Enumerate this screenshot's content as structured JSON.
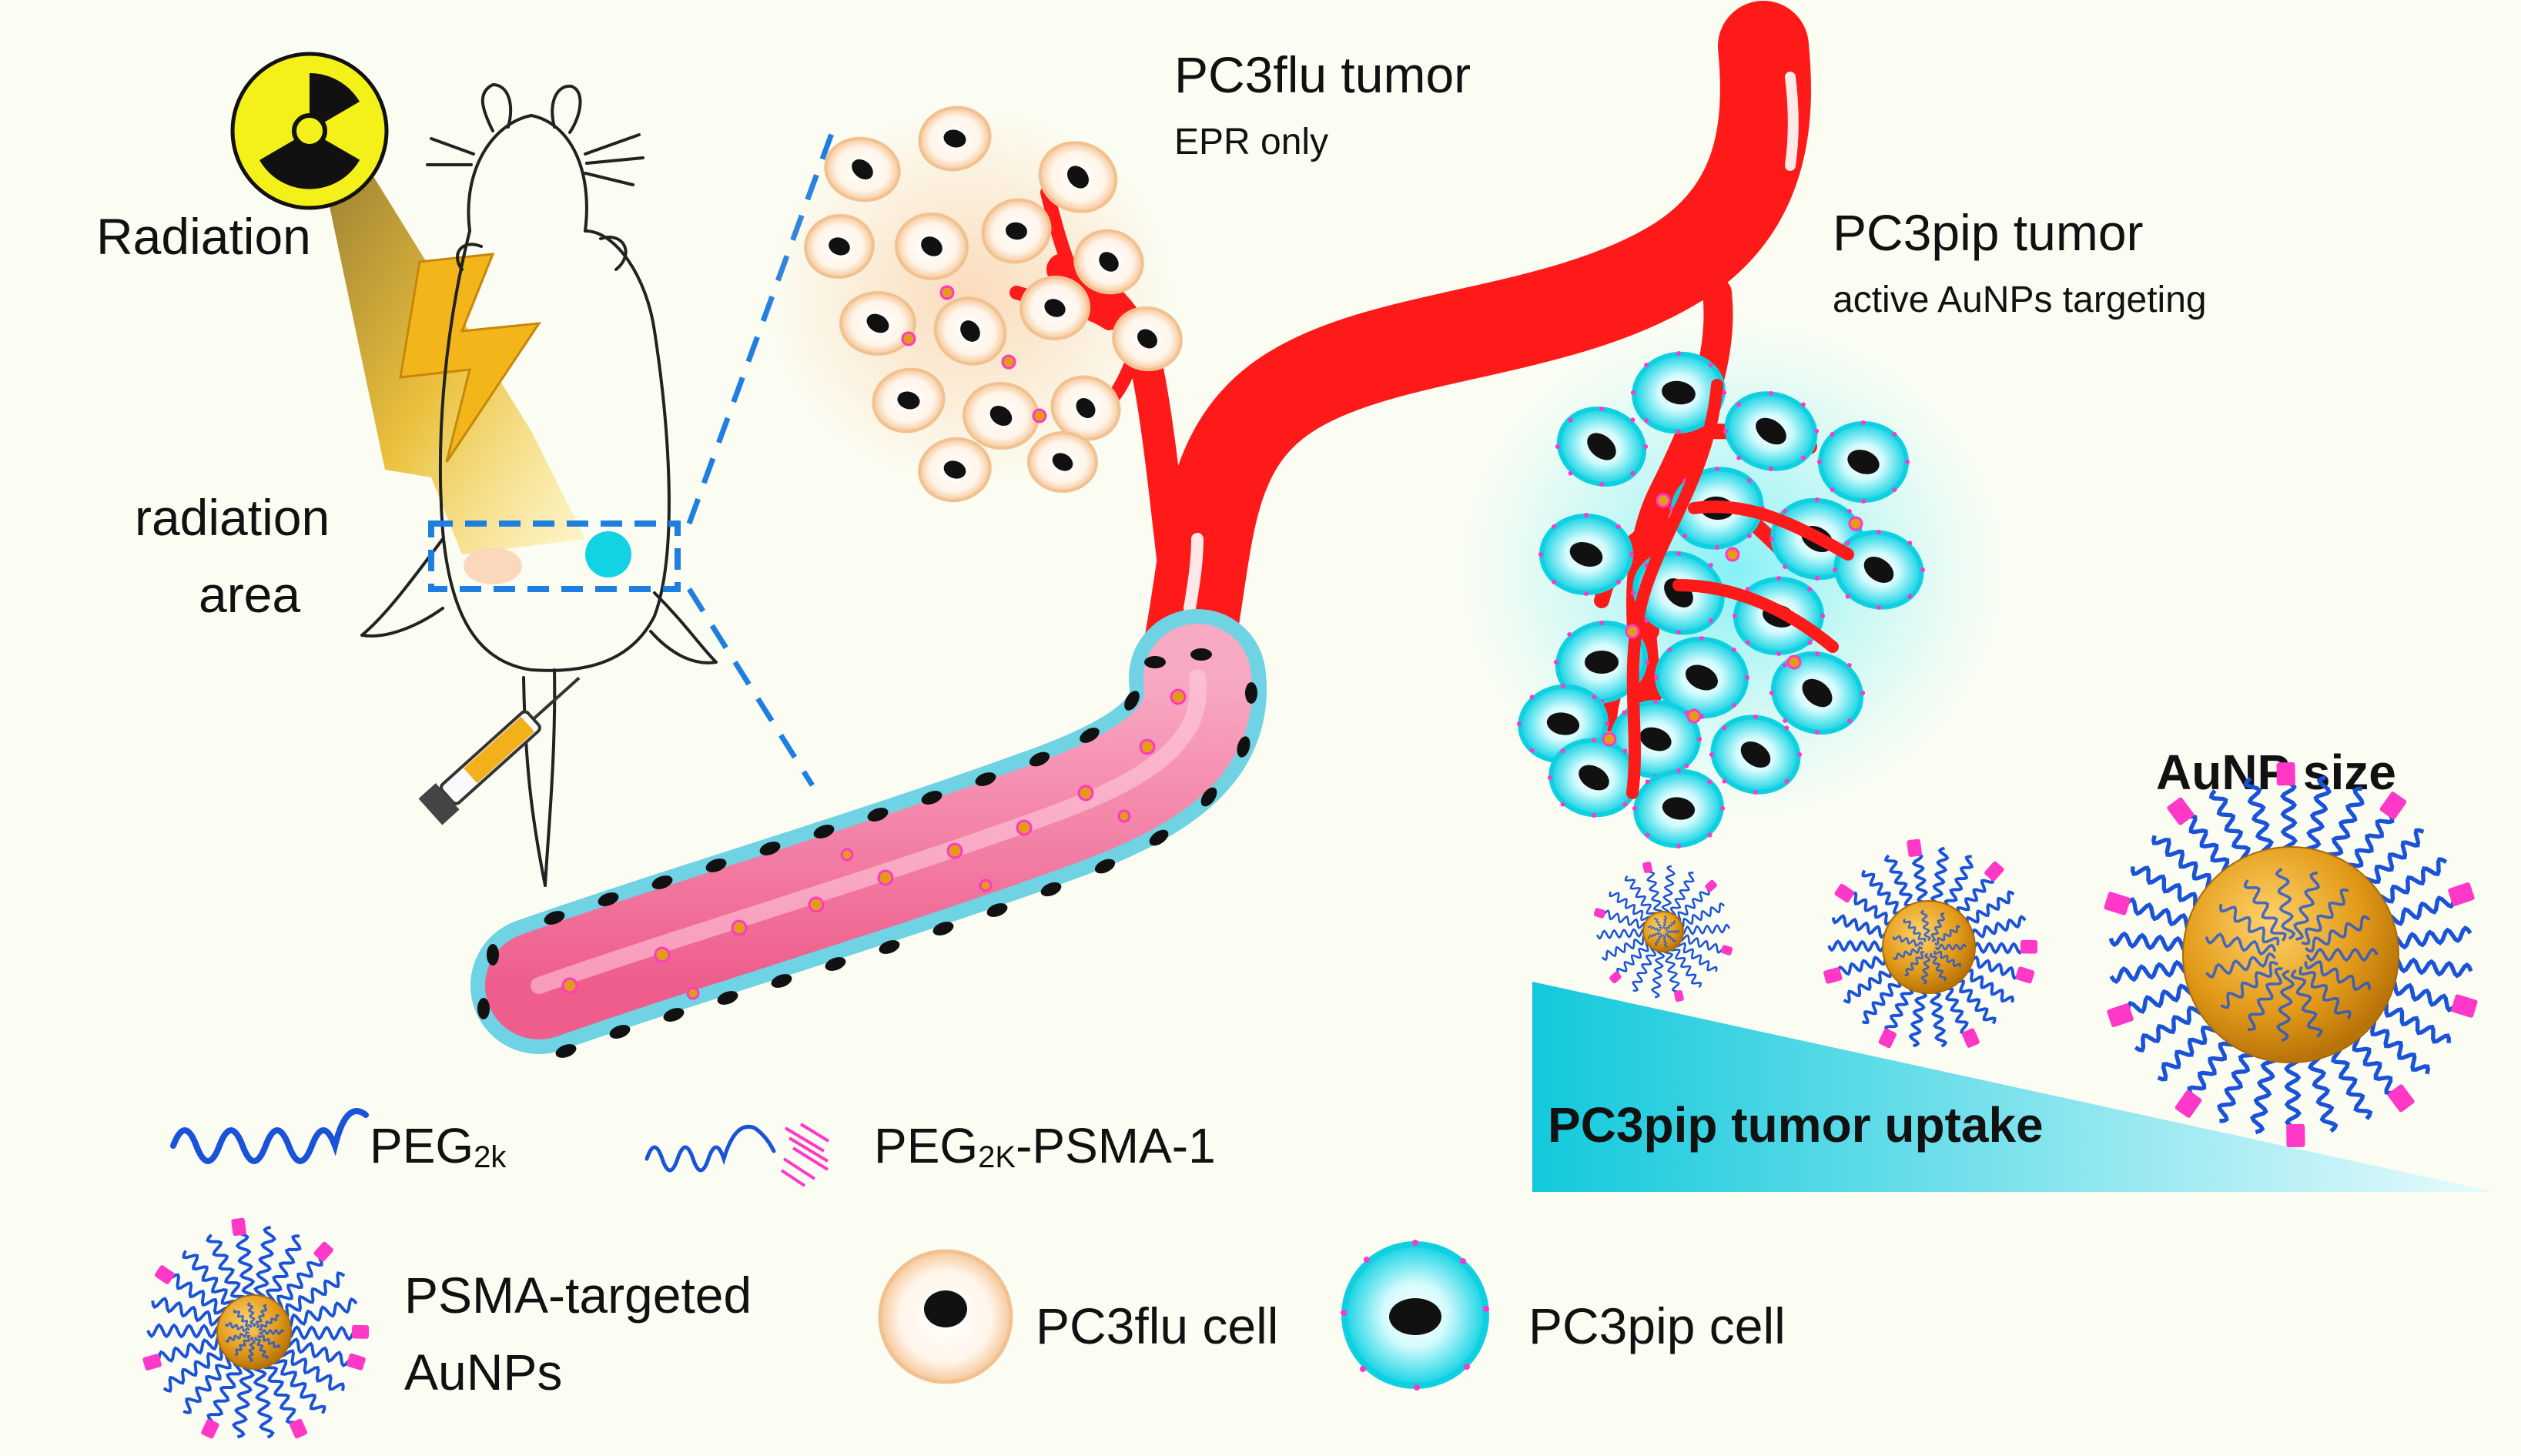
{
  "labels": {
    "radiation": "Radiation",
    "radiation_area_line1": "radiation",
    "radiation_area_line2": "area",
    "pc3flu_tumor": "PC3flu tumor",
    "epr_only": "EPR only",
    "pc3pip_tumor": "PC3pip tumor",
    "active_targeting": "active AuNPs targeting",
    "aunp_size": "AuNP size",
    "uptake": "PC3pip tumor uptake"
  },
  "legend": {
    "peg_prefix": "PEG",
    "peg_sub": "2k",
    "peg_psma_prefix": "PEG",
    "peg_psma_sub": "2K",
    "peg_psma_suffix": "-PSMA-1",
    "aunp_line1": "PSMA-targeted",
    "aunp_line2": "AuNPs",
    "pc3flu_cell": "PC3flu cell",
    "pc3pip_cell": "PC3pip cell"
  },
  "colors": {
    "vessel": "#ff1a1a",
    "vessel_lumen": "#f27aa0",
    "pc3pip": "#19d6e6",
    "pc3flu": "#fde3c8",
    "gold": "#e6a21d",
    "peg": "#1a52d8",
    "psma": "#ff38c8",
    "dashed": "#1f7fe0",
    "radiation": "#f4f01a"
  },
  "icons": [
    "radiation-icon",
    "mouse-icon",
    "syringe-icon",
    "lightning-icon"
  ]
}
